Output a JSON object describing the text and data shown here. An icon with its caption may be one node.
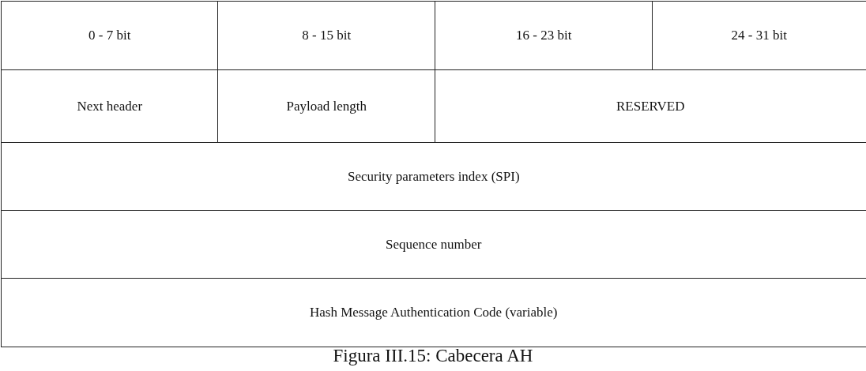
{
  "diagram": {
    "caption": "Figura III.15: Cabecera AH",
    "labels": [
      "0 - 7 bit",
      "8 - 15 bit",
      "16 - 23 bit",
      "24 - 31 bit",
      "Next header",
      "Payload length",
      "RESERVED",
      "Security parameters index (SPI)",
      "Sequence number",
      "Hash Message Authentication Code (variable)"
    ]
  }
}
